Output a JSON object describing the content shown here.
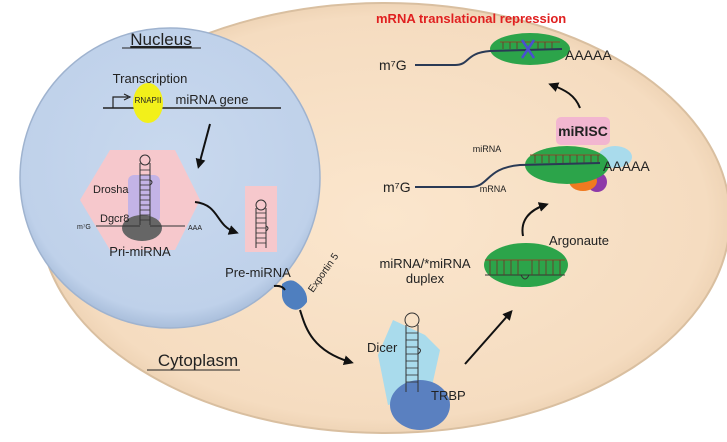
{
  "labels": {
    "nucleus": "Nucleus",
    "cytoplasm": "Cytoplasm",
    "transcription": "Transcription",
    "rnapii": "RNAPII",
    "mirna_gene": "miRNA gene",
    "drosha": "Drosha",
    "dgcr8": "Dgcr8",
    "m7g_small": "m⁷G",
    "aaa": "AAA",
    "pri_mirna": "Pri-miRNA",
    "pre_mirna": "Pre-miRNA",
    "exportin": "Exportin 5",
    "dicer": "Dicer",
    "trbp": "TRBP",
    "duplex_line1": "miRNA/*miRNA",
    "duplex_line2": "duplex",
    "argonaute": "Argonaute",
    "mirisc": "miRISC",
    "mirna": "miRNA",
    "mrna": "mRNA",
    "m7g": "m⁷G",
    "poly_a": "AAAAA",
    "repression_title": "mRNA translational repression"
  },
  "colors": {
    "cytoplasm": "#f7dfc3",
    "nucleus": "#c5d6ec",
    "drosha_hex": "#f6c8cc",
    "drosha_purple": "#c3b3e6",
    "dgcr8_gray": "#666666",
    "rnapii": "#f2f01a",
    "exportin": "#4f7fbf",
    "dicer": "#a9dbec",
    "trbp": "#5a80c0",
    "argonaute": "#2ca44a",
    "mirisc_pink": "#f2b6d0",
    "title_red": "#e02020"
  }
}
